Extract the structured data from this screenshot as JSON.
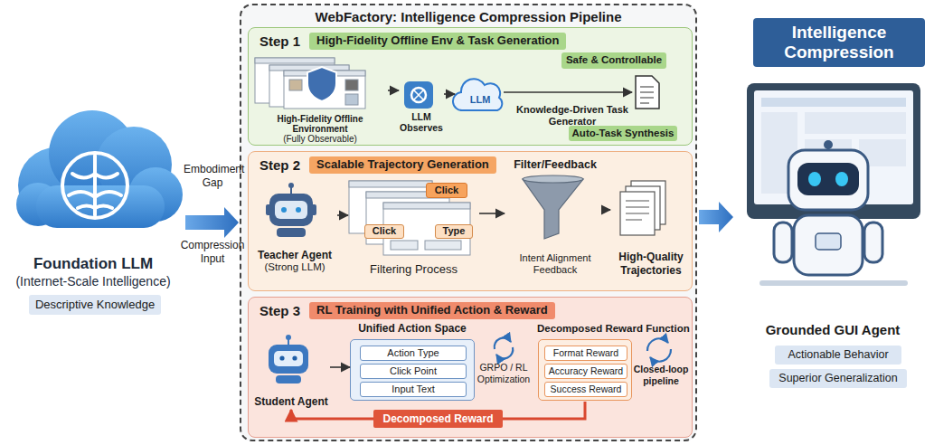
{
  "diagram": {
    "nodes": [
      {
        "text": [
          "Foundation LLM",
          "(Internet-Scale Intelligence)"
        ]
      },
      {
        "text": [
          "Descriptive Knowledge"
        ]
      },
      {
        "text": [
          "WebFactory: Intelligence Compression Pipeline"
        ]
      },
      {
        "text": [
          "Step 1",
          "High-Fidelity Offline Env & Task Generation"
        ],
        "in": 2
      },
      {
        "text": [
          "Safe & Controllable"
        ],
        "in": 3
      },
      {
        "text": [
          "High-Fidelity Offline Environment",
          "(Fully Observable)"
        ],
        "in": 3
      },
      {
        "text": [
          "LLM Observes"
        ],
        "in": 3
      },
      {
        "text": [
          "LLM",
          "Knowledge-Driven Task Generator"
        ],
        "in": 3
      },
      {
        "text": [
          "Auto-Task Synthesis"
        ],
        "in": 3
      },
      {
        "text": [
          "Step 2",
          "Scalable Trajectory Generation"
        ],
        "in": 2
      },
      {
        "text": [
          "Teacher Agent",
          "(Strong LLM)"
        ],
        "in": 9
      },
      {
        "text": [
          "Filtering Process"
        ],
        "in": 9
      },
      {
        "text": [
          "Click"
        ],
        "in": 11
      },
      {
        "text": [
          "Click"
        ],
        "in": 11
      },
      {
        "text": [
          "Type"
        ],
        "in": 11
      },
      {
        "text": [
          "Filter/Feedback",
          "Intent Alignment Feedback"
        ],
        "in": 9
      },
      {
        "text": [
          "High-Quality Trajectories"
        ],
        "in": 9
      },
      {
        "text": [
          "Step 3",
          "RL Training with Unified Action & Reward"
        ],
        "in": 2
      },
      {
        "text": [
          "Student Agent"
        ],
        "in": 17
      },
      {
        "text": [
          "Unified Action Space"
        ],
        "in": 17
      },
      {
        "text": [
          "Action Type"
        ],
        "in": 19
      },
      {
        "text": [
          "Click Point"
        ],
        "in": 19
      },
      {
        "text": [
          "Input Text"
        ],
        "in": 19
      },
      {
        "text": [
          "Decomposed Reward Function"
        ],
        "in": 17
      },
      {
        "text": [
          "Format Reward"
        ],
        "in": 23
      },
      {
        "text": [
          "Accuracy Reward"
        ],
        "in": 23
      },
      {
        "text": [
          "Success Reward"
        ],
        "in": 23
      },
      {
        "text": [
          "Intelligence Compression"
        ]
      },
      {
        "text": [
          "Grounded GUI Agent"
        ]
      },
      {
        "text": [
          "Actionable Behavior"
        ]
      },
      {
        "text": [
          "Superior Generalization"
        ]
      }
    ],
    "edges": [
      {
        "from": 0,
        "to": 2,
        "arrow": "to"
      },
      {
        "from": 5,
        "to": 6,
        "arrow": "to"
      },
      {
        "from": 6,
        "to": 7,
        "arrow": "to"
      },
      {
        "from": 10,
        "to": 11,
        "arrow": "to"
      },
      {
        "from": 11,
        "to": 15,
        "arrow": "to"
      },
      {
        "from": 15,
        "to": 16,
        "arrow": "to"
      },
      {
        "from": 18,
        "to": 19,
        "arrow": "to"
      },
      {
        "from": 23,
        "to": 18,
        "label": "Decomposed Reward",
        "arrow": "to"
      },
      {
        "from": 2,
        "to": 28,
        "arrow": "to"
      }
    ],
    "labels": [
      "Embodiment Gap",
      "Compression Input",
      "GRPO / RL Optimization",
      "Closed-loop pipeline"
    ]
  }
}
